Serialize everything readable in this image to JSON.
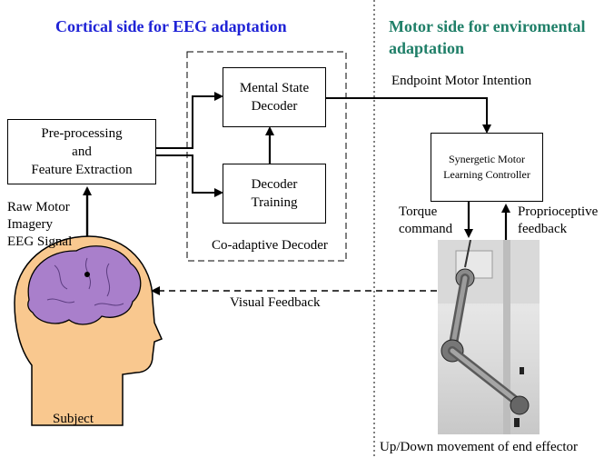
{
  "headings": {
    "cortical": "Cortical side for EEG adaptation",
    "motor_line1": "Motor side for enviromental",
    "motor_line2": "adaptation"
  },
  "boxes": {
    "preprocessing": [
      "Pre-processing",
      "and",
      "Feature Extraction"
    ],
    "mental_state": [
      "Mental State",
      "Decoder"
    ],
    "decoder_training": [
      "Decoder",
      "Training"
    ],
    "synergetic": [
      "Synergetic Motor",
      "Learning Controller"
    ]
  },
  "labels": {
    "coadaptive": "Co-adaptive Decoder",
    "endpoint": "Endpoint Motor Intention",
    "torque": [
      "Torque",
      "command"
    ],
    "proprioceptive": [
      "Proprioceptive",
      "feedback"
    ],
    "raw_signal": [
      "Raw Motor",
      "Imagery",
      "EEG Signal"
    ],
    "visual_feedback": "Visual Feedback",
    "subject": "Subject",
    "movement": "Up/Down movement of end effector"
  },
  "colors": {
    "heading_blue": "#1f23d6",
    "heading_teal": "#1f7f68",
    "brain": "#a97fcb",
    "skin": "#f9c88f"
  }
}
